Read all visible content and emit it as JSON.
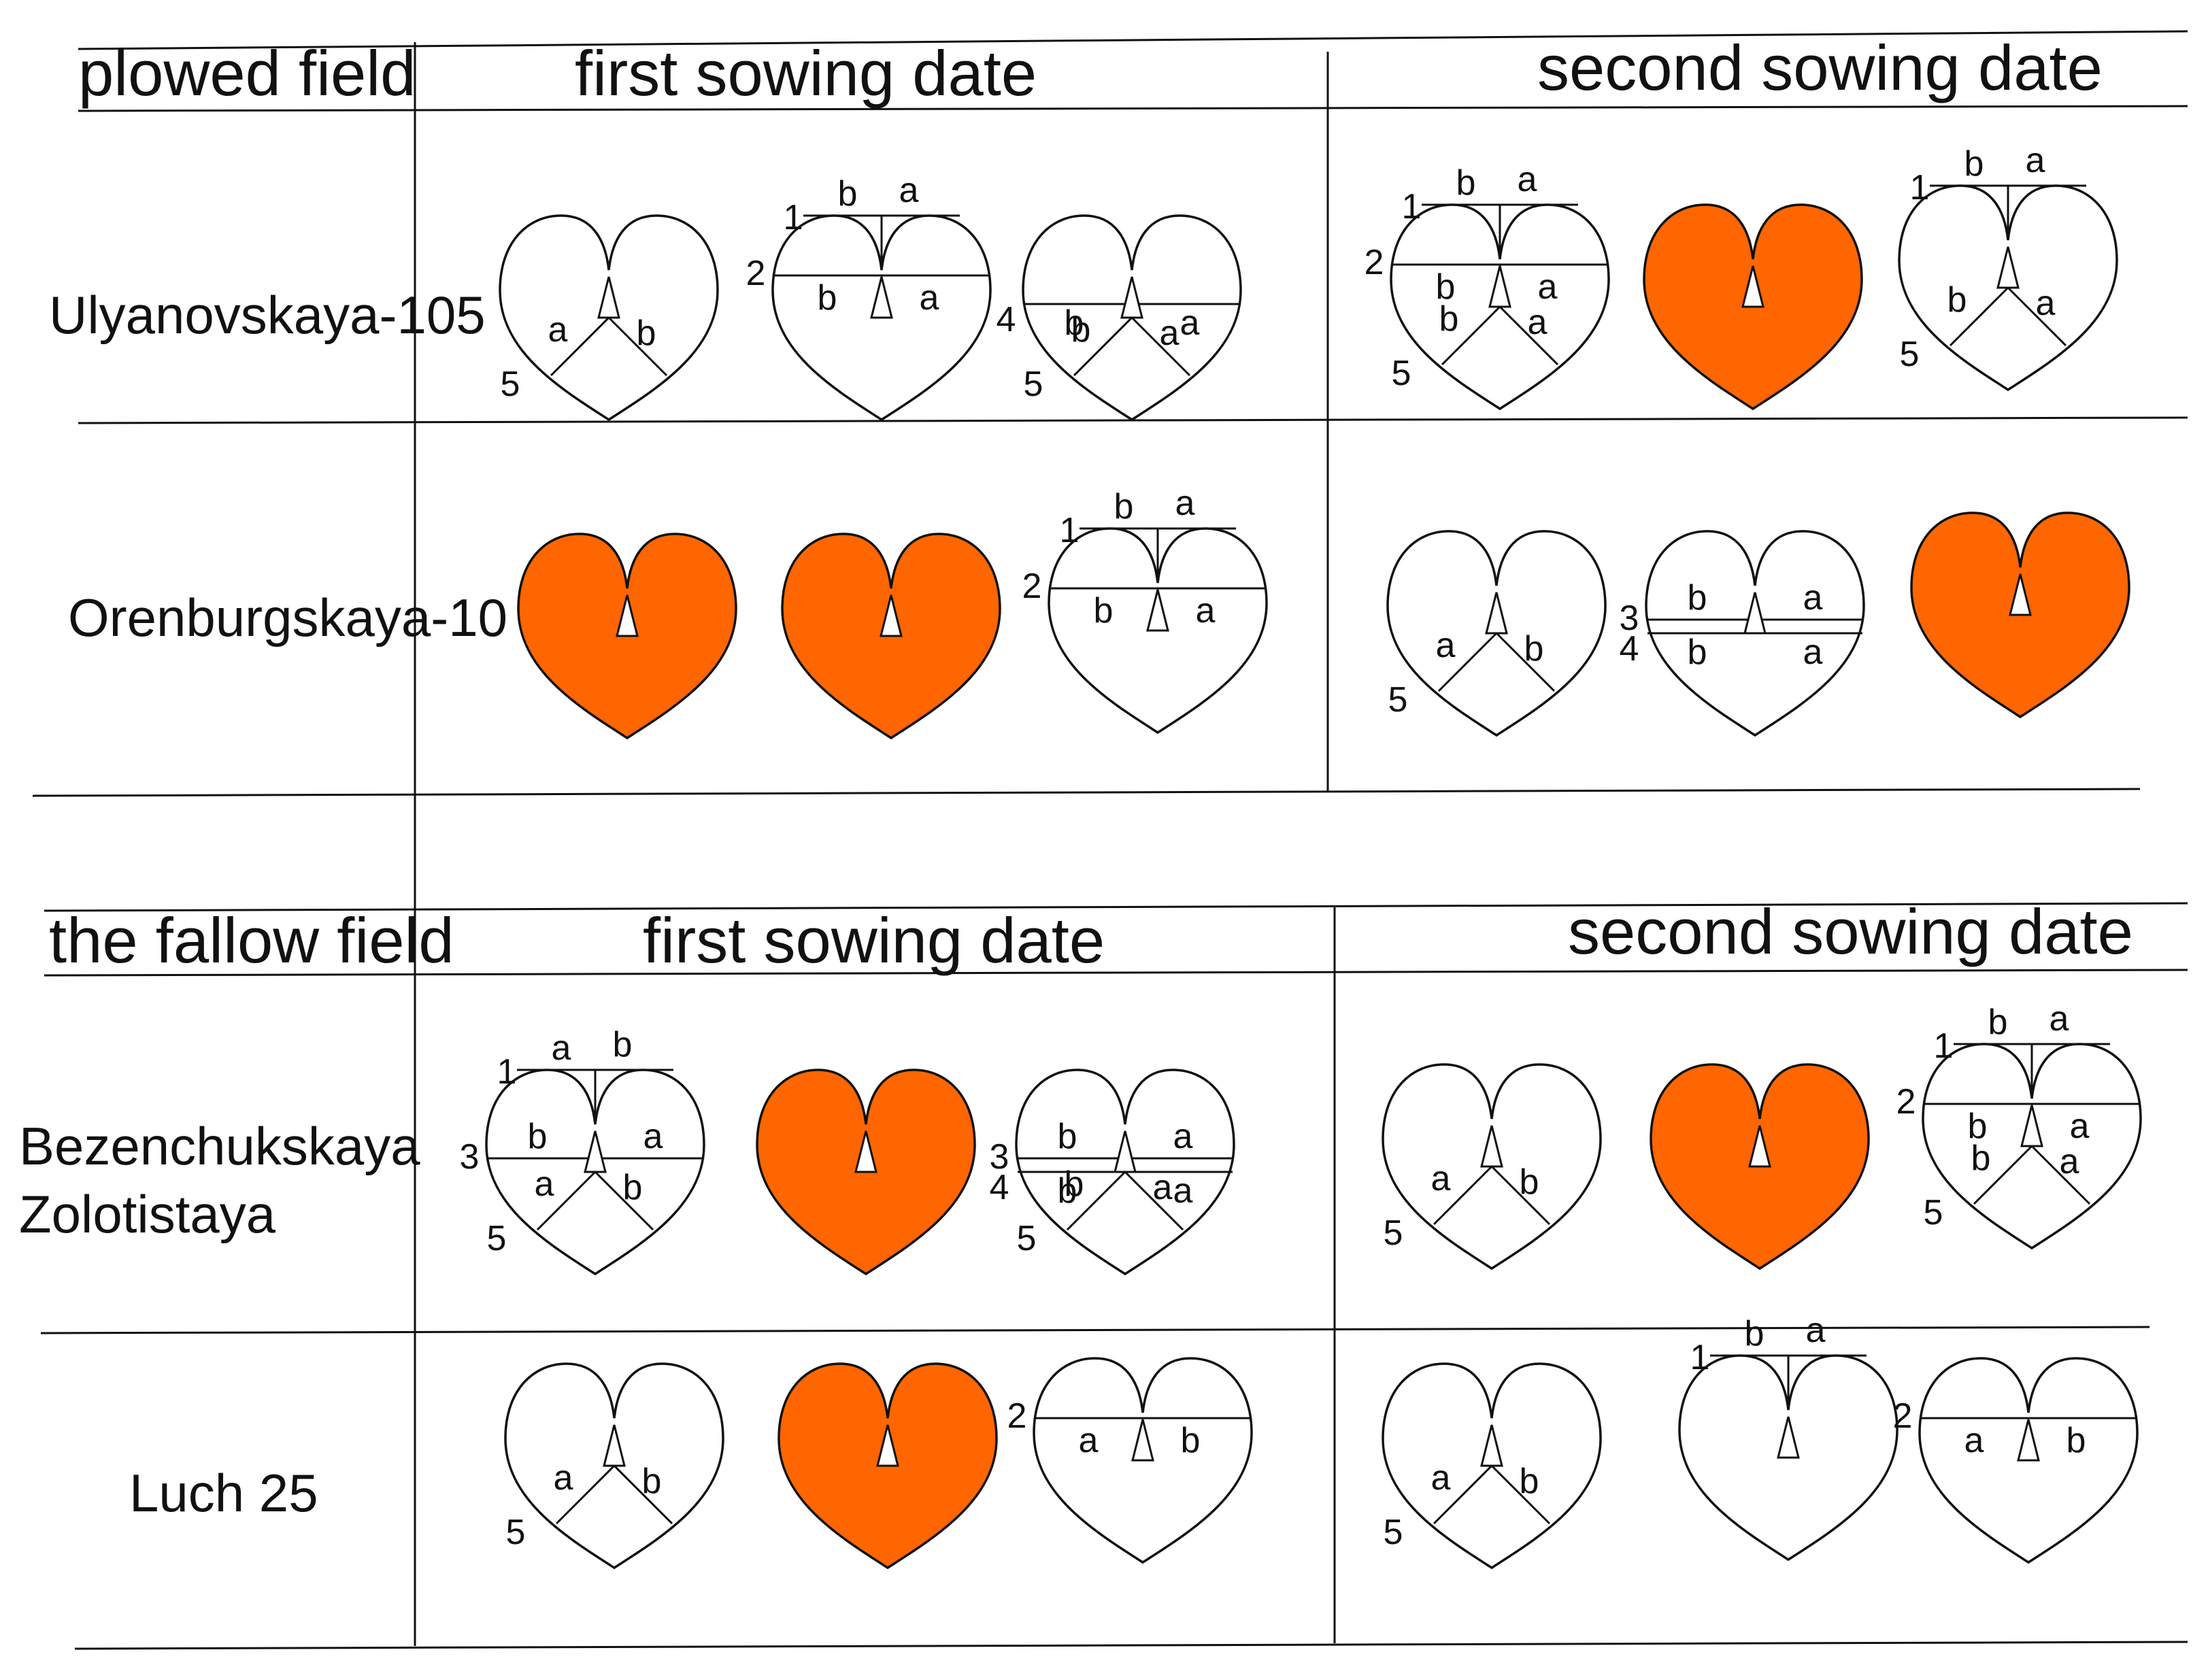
{
  "colors": {
    "damaged": "#FF6600",
    "intact": "#ffffff",
    "line": "#111111"
  },
  "section1": {
    "field": "plowed field",
    "col1": "first sowing date",
    "col2": "second sowing date",
    "rows": [
      {
        "variety": "Ulyanovskaya-105"
      },
      {
        "variety": "Orenburgskaya-10"
      }
    ]
  },
  "section2": {
    "field": "the fallow field",
    "col1": "first sowing date",
    "col2": "second sowing date",
    "rows": [
      {
        "variety_line1": "Bezenchukskaya",
        "variety_line2": "Zolotistaya"
      },
      {
        "variety": "Luch 25"
      }
    ]
  },
  "labels": {
    "n1": "1",
    "n2": "2",
    "n3": "3",
    "n4": "4",
    "n5": "5",
    "a": "a",
    "b": "b"
  },
  "hearts": [
    {
      "id": "h1",
      "fill": "intact",
      "parts": [
        "5a",
        "5b"
      ]
    },
    {
      "id": "h2",
      "fill": "intact",
      "parts": [
        "1b",
        "1a",
        "2b",
        "2a"
      ]
    },
    {
      "id": "h3",
      "fill": "intact",
      "parts": [
        "4b",
        "4a",
        "5b",
        "5a"
      ]
    },
    {
      "id": "h4",
      "fill": "intact",
      "parts": [
        "1b",
        "1a",
        "2b",
        "2a",
        "5b",
        "5a"
      ]
    },
    {
      "id": "h5",
      "fill": "damaged",
      "parts": []
    },
    {
      "id": "h6",
      "fill": "intact",
      "parts": [
        "1b",
        "1a",
        "5b",
        "5a"
      ]
    },
    {
      "id": "h7",
      "fill": "damaged",
      "parts": []
    },
    {
      "id": "h8",
      "fill": "damaged",
      "parts": []
    },
    {
      "id": "h9",
      "fill": "intact",
      "parts": [
        "1b",
        "1a",
        "2b",
        "2a"
      ]
    },
    {
      "id": "h10",
      "fill": "intact",
      "parts": [
        "5a",
        "5b"
      ]
    },
    {
      "id": "h11",
      "fill": "intact",
      "parts": [
        "3b",
        "3a",
        "4b",
        "4a"
      ]
    },
    {
      "id": "h12",
      "fill": "damaged",
      "parts": []
    },
    {
      "id": "h13",
      "fill": "intact",
      "parts": [
        "1a",
        "1b",
        "3b",
        "3a",
        "5a",
        "5b"
      ]
    },
    {
      "id": "h14",
      "fill": "damaged",
      "parts": []
    },
    {
      "id": "h15",
      "fill": "intact",
      "parts": [
        "3b",
        "3a",
        "4b",
        "4a",
        "5b",
        "5a"
      ]
    },
    {
      "id": "h16",
      "fill": "intact",
      "parts": [
        "5a",
        "5b"
      ]
    },
    {
      "id": "h17",
      "fill": "damaged",
      "parts": []
    },
    {
      "id": "h18",
      "fill": "intact",
      "parts": [
        "1b",
        "1a",
        "2b",
        "2a",
        "5b",
        "5a"
      ]
    },
    {
      "id": "h19",
      "fill": "intact",
      "parts": [
        "5a",
        "5b"
      ]
    },
    {
      "id": "h20",
      "fill": "damaged",
      "parts": []
    },
    {
      "id": "h21",
      "fill": "intact",
      "parts": [
        "2a",
        "2b"
      ]
    },
    {
      "id": "h22",
      "fill": "intact",
      "parts": [
        "5a",
        "5b"
      ]
    },
    {
      "id": "h23",
      "fill": "intact",
      "parts": [
        "1b",
        "1a"
      ]
    },
    {
      "id": "h24",
      "fill": "intact",
      "parts": [
        "2a",
        "2b"
      ]
    }
  ]
}
